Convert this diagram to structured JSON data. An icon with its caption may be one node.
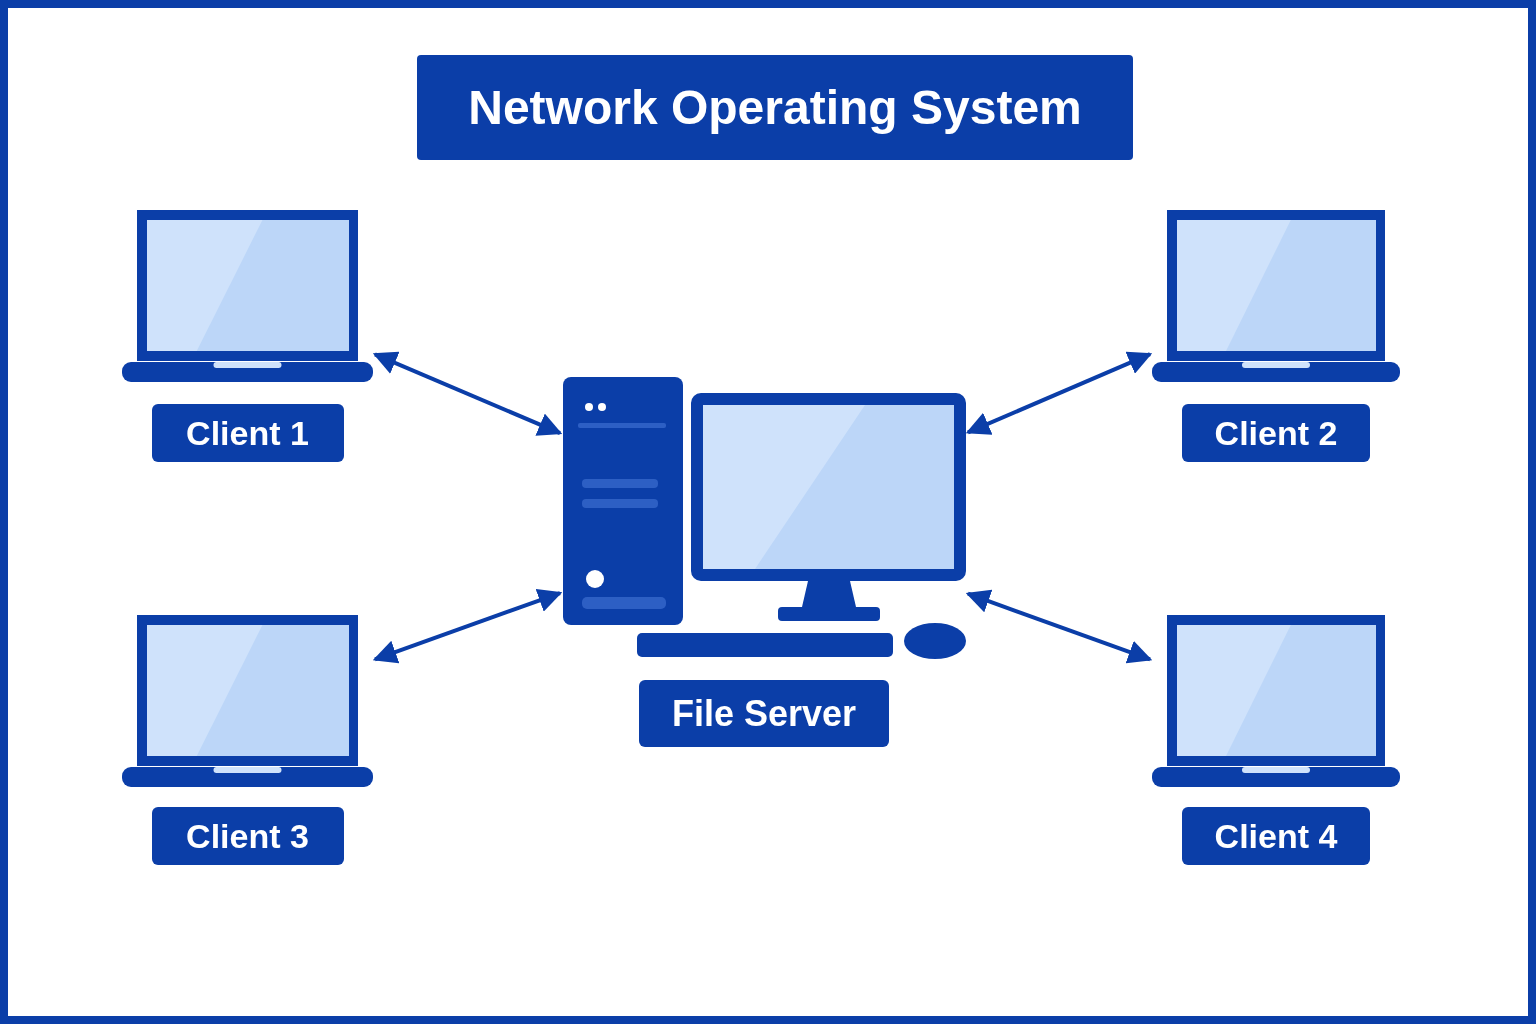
{
  "diagram": {
    "title": "Network Operating System",
    "nodes": [
      {
        "text": [
          "Client 1"
        ]
      },
      {
        "text": [
          "Client 2"
        ]
      },
      {
        "text": [
          "File Server"
        ]
      },
      {
        "text": [
          "Client 3"
        ]
      },
      {
        "text": [
          "Client 4"
        ]
      }
    ],
    "edges": [
      {
        "from": 0,
        "to": 2,
        "arrow": "both"
      },
      {
        "from": 1,
        "to": 2,
        "arrow": "both"
      },
      {
        "from": 3,
        "to": 2,
        "arrow": "both"
      },
      {
        "from": 4,
        "to": 2,
        "arrow": "both"
      }
    ]
  }
}
